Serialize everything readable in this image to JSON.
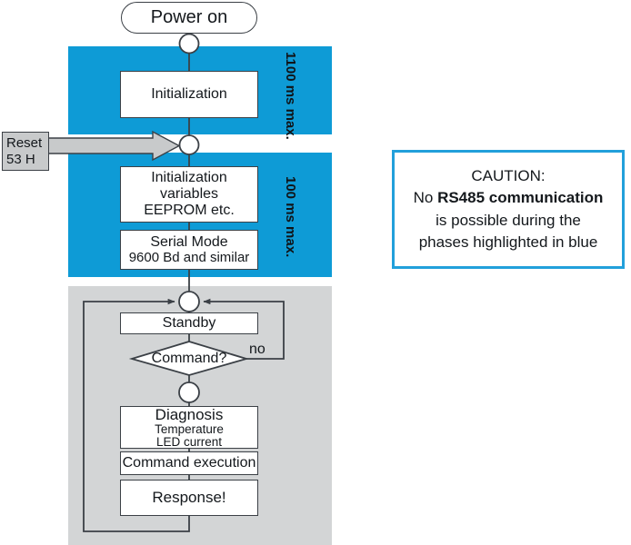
{
  "diagram": {
    "title": "Power-on and operation sequence flowchart",
    "colors": {
      "blue_phase": "#0E9BD6",
      "gray_phase": "#D3D5D6",
      "caution_border": "#22A0DB",
      "node_border": "#3b4046",
      "node_fill": "#ffffff",
      "reset_fill": "#c8cacb",
      "arrow_fill": "#c8cacb"
    },
    "phases": [
      {
        "id": "phase-1100ms",
        "label_line1": "1100 ms",
        "label_line2": "max.",
        "highlight": "blue"
      },
      {
        "id": "phase-100ms",
        "label_line1": "100 ms",
        "label_line2": "max.",
        "highlight": "blue"
      },
      {
        "id": "phase-loop",
        "label_line1": "",
        "label_line2": "",
        "highlight": "gray"
      }
    ],
    "nodes": {
      "power_on": {
        "label": "Power on",
        "shape": "terminator"
      },
      "initialization": {
        "label": "Initialization",
        "shape": "process"
      },
      "init_variables": {
        "line1": "Initialization",
        "line2": "variables",
        "line3": "EEPROM etc.",
        "shape": "process"
      },
      "serial_mode": {
        "line1": "Serial Mode",
        "line2": "9600 Bd and similar",
        "shape": "process"
      },
      "standby": {
        "label": "Standby",
        "shape": "process"
      },
      "command_decision": {
        "label": "Command?",
        "shape": "decision"
      },
      "diagnosis": {
        "line1": "Diagnosis",
        "line2": "Temperature",
        "line3": "LED current",
        "shape": "process"
      },
      "command_execution": {
        "label": "Command execution",
        "shape": "process"
      },
      "response": {
        "label": "Response!",
        "shape": "process"
      },
      "reset": {
        "line1": "Reset",
        "line2": "53 H",
        "shape": "external-input"
      }
    },
    "edge_labels": {
      "decision_no": "no"
    },
    "caution": {
      "line1": "CAUTION:",
      "line2_prefix": "No ",
      "line2_bold": "RS485 communication",
      "line3": "is possible during the",
      "line4": "phases highlighted in blue"
    }
  }
}
